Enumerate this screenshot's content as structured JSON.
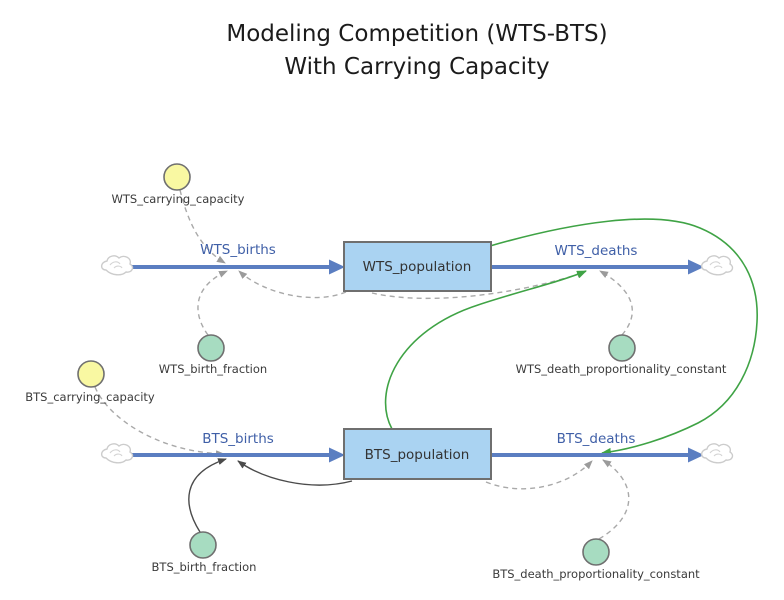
{
  "title": {
    "line1": "Modeling Competition (WTS-BTS)",
    "line2": "With Carrying Capacity"
  },
  "stocks": {
    "wts": "WTS_population",
    "bts": "BTS_population"
  },
  "flows": {
    "wts_births": "WTS_births",
    "wts_deaths": "WTS_deaths",
    "bts_births": "BTS_births",
    "bts_deaths": "BTS_deaths"
  },
  "variables": {
    "wts_carrying_capacity": "WTS_carrying_capacity",
    "wts_birth_fraction": "WTS_birth_fraction",
    "wts_death_proportionality_constant": "WTS_death_proportionality_constant",
    "bts_carrying_capacity": "BTS_carrying_capacity",
    "bts_birth_fraction": "BTS_birth_fraction",
    "bts_death_proportionality_constant": "BTS_death_proportionality_constant"
  },
  "colors": {
    "background": "#ffffff",
    "stock_fill": "#aad3f2",
    "stock_border": "#6f6f6f",
    "flow_blue": "#5b7ec1",
    "flow_label_blue": "#3f5fa7",
    "constant_yellow": "#f9f8a2",
    "constant_green": "#a7dcc1",
    "connector_gray": "#a9a9a9",
    "connector_dark": "#4b4b4b",
    "connector_green": "#3fa345",
    "cloud_gray": "#cccccc",
    "text": "#3b3b3b"
  }
}
